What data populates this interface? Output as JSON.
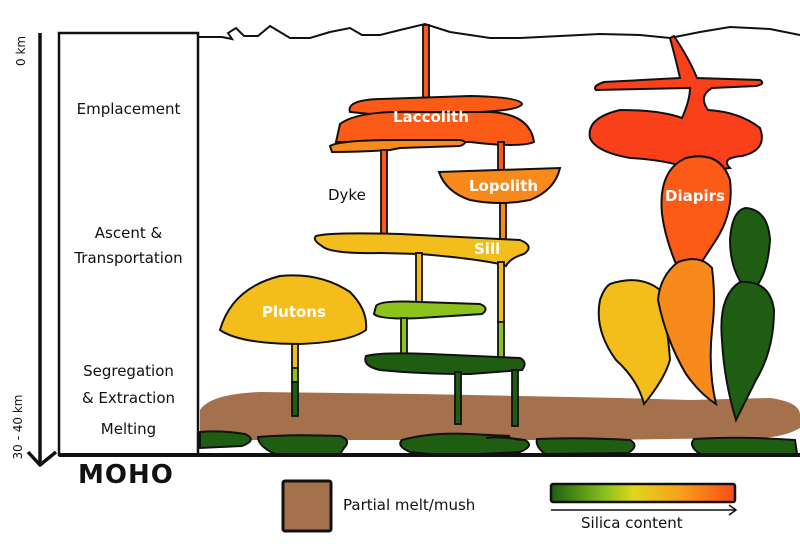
{
  "depth_axis": {
    "top_label": "0 km",
    "bottom_label": "30 - 40 km"
  },
  "stages": [
    {
      "label_lines": [
        "Emplacement"
      ]
    },
    {
      "label_lines": [
        "Ascent &",
        "Transportation"
      ]
    },
    {
      "label_lines": [
        "Segregation",
        "& Extraction"
      ]
    },
    {
      "label_lines": [
        "Melting"
      ]
    }
  ],
  "boundary_label": "MOHO",
  "bodies": {
    "laccolith": "Laccolith",
    "dyke": "Dyke",
    "lopolith": "Lopolith",
    "sill": "Sill",
    "plutons": "Plutons",
    "diapirs": "Diapirs"
  },
  "legend": {
    "partial_melt_label": "Partial melt/mush",
    "partial_melt_color": "#a5714d",
    "silica_label": "Silica content",
    "silica_gradient": [
      "#1f5e12",
      "#8cc21c",
      "#e0d61a",
      "#f7a11a",
      "#fb4b17"
    ]
  },
  "colors": {
    "low_silica": "#1f5e12",
    "low_mid_silica": "#8cc21c",
    "mid_silica": "#f3bd1c",
    "mid_high_silica": "#f88a1b",
    "high_silica": "#fb5a17",
    "highest_silica": "#f9401a",
    "mush": "#a5714d",
    "outline": "#111111"
  }
}
